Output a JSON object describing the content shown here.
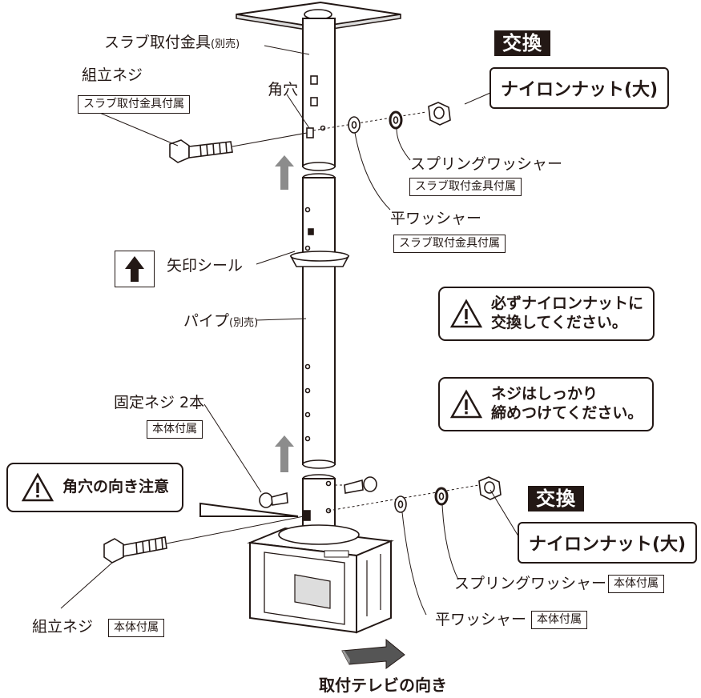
{
  "labels": {
    "slab_bracket": "スラブ取付金具",
    "slab_bracket_note": "(別売)",
    "assembly_screw_top": "組立ネジ",
    "slab_accessory_1": "スラブ取付金具付属",
    "square_hole": "角穴",
    "spring_washer_top": "スプリングワッシャー",
    "slab_accessory_2": "スラブ取付金具付属",
    "flat_washer_top": "平ワッシャー",
    "slab_accessory_3": "スラブ取付金具付属",
    "arrow_seal": "矢印シール",
    "pipe": "パイプ",
    "pipe_note": "(別売)",
    "fixing_screws": "固定ネジ 2本",
    "body_accessory_1": "本体付属",
    "spring_washer_bottom": "スプリングワッシャー",
    "body_accessory_2": "本体付属",
    "flat_washer_bottom": "平ワッシャー",
    "body_accessory_3": "本体付属",
    "assembly_screw_bottom": "組立ネジ",
    "body_accessory_4": "本体付属",
    "tv_direction": "取付テレビの向き"
  },
  "callouts": {
    "exchange_top": "交換",
    "nylon_nut_top": "ナイロンナット(大)",
    "exchange_bottom": "交換",
    "nylon_nut_bottom": "ナイロンナット(大)",
    "warning_nut_line1": "必ずナイロンナットに",
    "warning_nut_line2": "交換してください。",
    "warning_screw_line1": "ネジはしっかり",
    "warning_screw_line2": "締めつけてください。",
    "warning_hole": "角穴の向き注意"
  },
  "icons": [
    "warning-triangle-icon",
    "up-arrow-icon",
    "direction-arrow-icon"
  ],
  "colors": {
    "ink": "#231815",
    "fill": "#ffffff",
    "arrow_gray": "#8c8c8c"
  }
}
